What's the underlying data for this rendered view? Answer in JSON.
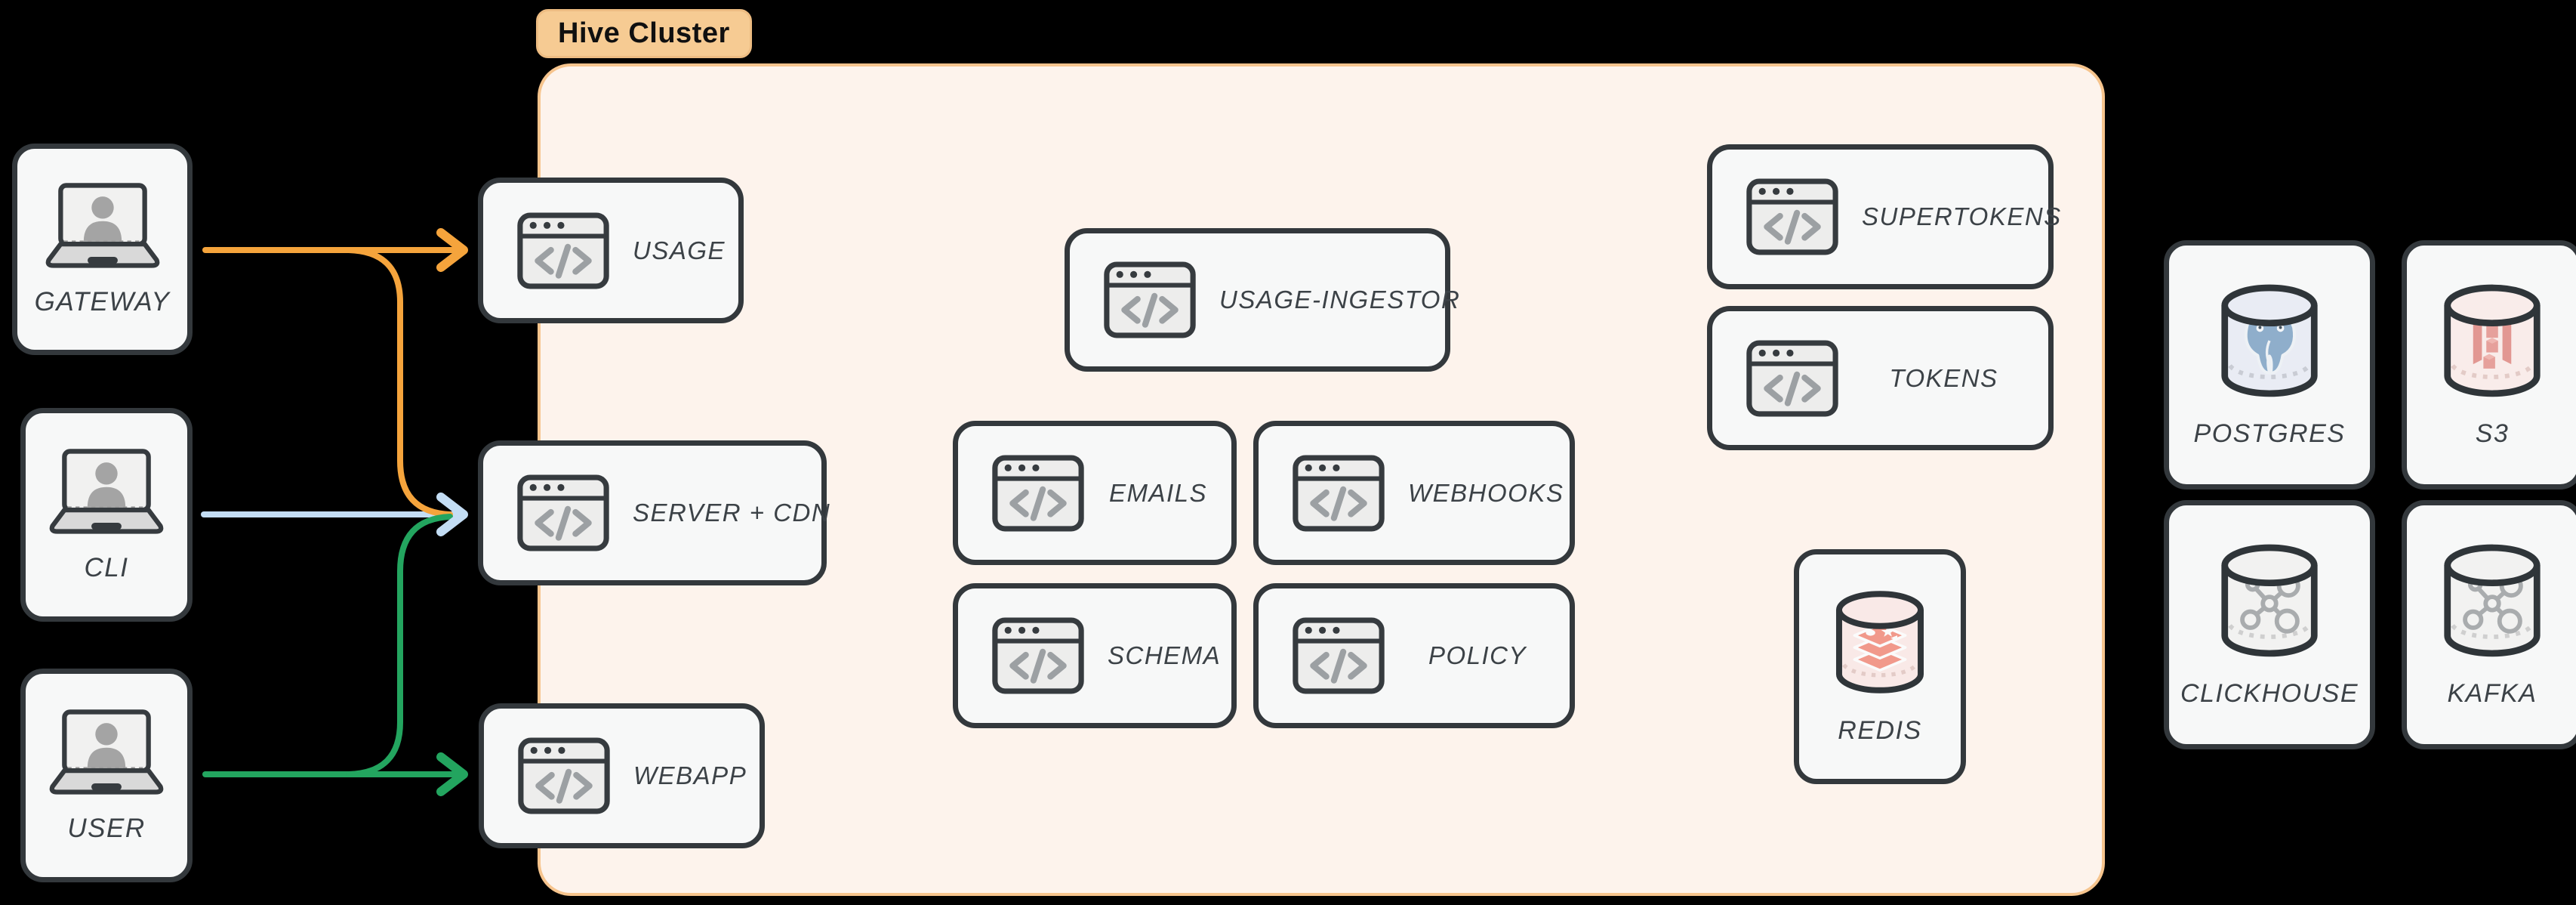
{
  "cluster": {
    "label": "Hive Cluster",
    "bg_color": "#FDF3EC",
    "border_color": "#F6C48D",
    "label_bg_color": "#F6CB93"
  },
  "clients": [
    {
      "id": "gateway",
      "label": "GATEWAY"
    },
    {
      "id": "cli",
      "label": "CLI"
    },
    {
      "id": "user",
      "label": "USER"
    }
  ],
  "services": [
    {
      "id": "usage",
      "label": "USAGE"
    },
    {
      "id": "server-cdn",
      "label": "SERVER + CDN"
    },
    {
      "id": "webapp",
      "label": "WEBAPP"
    },
    {
      "id": "usage-ingestor",
      "label": "USAGE-INGESTOR"
    },
    {
      "id": "emails",
      "label": "EMAILS"
    },
    {
      "id": "webhooks",
      "label": "WEBHOOKS"
    },
    {
      "id": "schema",
      "label": "SCHEMA"
    },
    {
      "id": "policy",
      "label": "POLICY"
    },
    {
      "id": "supertokens",
      "label": "SUPERTOKENS"
    },
    {
      "id": "tokens",
      "label": "TOKENS"
    }
  ],
  "databases": [
    {
      "id": "redis",
      "label": "REDIS"
    },
    {
      "id": "postgres",
      "label": "POSTGRES"
    },
    {
      "id": "s3",
      "label": "S3"
    },
    {
      "id": "clickhouse",
      "label": "CLICKHOUSE"
    },
    {
      "id": "kafka",
      "label": "KAFKA"
    }
  ],
  "arrows": {
    "gateway_color": "#F5A43C",
    "cli_color": "#C3DDF4",
    "user_color": "#23A55F",
    "gateway_targets": "USAGE, SERVER + CDN",
    "cli_targets": "SERVER + CDN",
    "user_targets": "WEBAPP, SERVER + CDN"
  },
  "icons": {
    "client": "laptop-user-icon",
    "service": "browser-code-window-icon",
    "database": "database-cylinder-icon"
  }
}
